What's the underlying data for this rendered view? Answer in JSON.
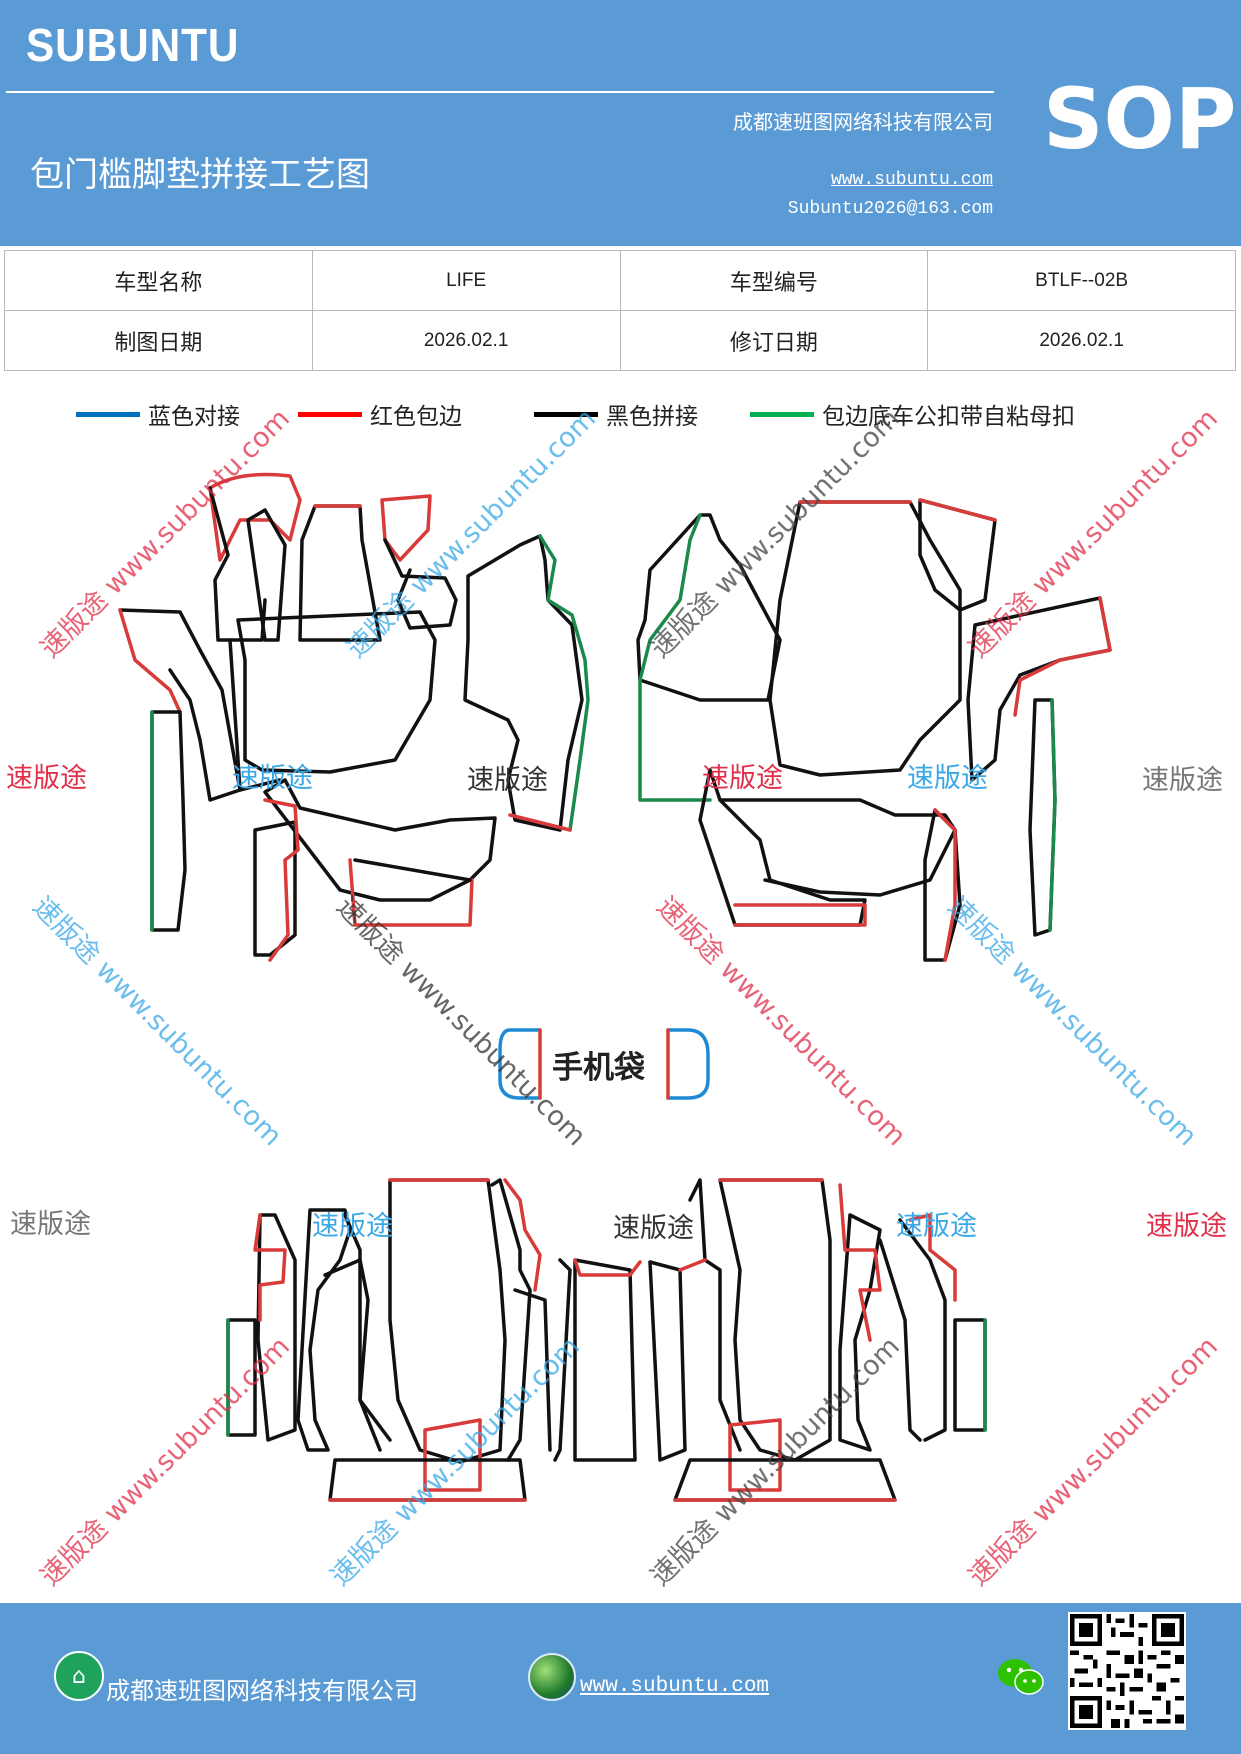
{
  "header": {
    "brand": "SUBUNTU",
    "company": "成都速班图网络科技有限公司",
    "title": "包门槛脚垫拼接工艺图",
    "website": "www.subuntu.com",
    "email": "Subuntu2026@163.com",
    "badge": "SOP"
  },
  "info_table": {
    "rows": [
      {
        "label1": "车型名称",
        "value1": "LIFE",
        "label2": "车型编号",
        "value2": "BTLF--02B"
      },
      {
        "label1": "制图日期",
        "value1": "2026.02.1",
        "label2": "修订日期",
        "value2": "2026.02.1"
      }
    ]
  },
  "legend": [
    {
      "label": "蓝色对接",
      "color": "#0070c0"
    },
    {
      "label": "红色包边",
      "color": "#ff0000"
    },
    {
      "label": "黑色拼接",
      "color": "#000000"
    },
    {
      "label": "包边底车公扣带自粘母扣",
      "color": "#00b050"
    }
  ],
  "diagram": {
    "phone_pocket": "手机袋",
    "colors": {
      "blue": "#1f8ad4",
      "red": "#d93a3a",
      "black": "#111111",
      "green": "#1a8a4a"
    }
  },
  "watermarks": {
    "brand_cn": "速版途",
    "diag_text": "速版途 www.subuntu.com"
  },
  "footer": {
    "company": "成都速班图网络科技有限公司",
    "website": "www.subuntu.com",
    "icons": [
      "house-icon",
      "globe-icon",
      "wechat-icon",
      "qr-code"
    ]
  }
}
